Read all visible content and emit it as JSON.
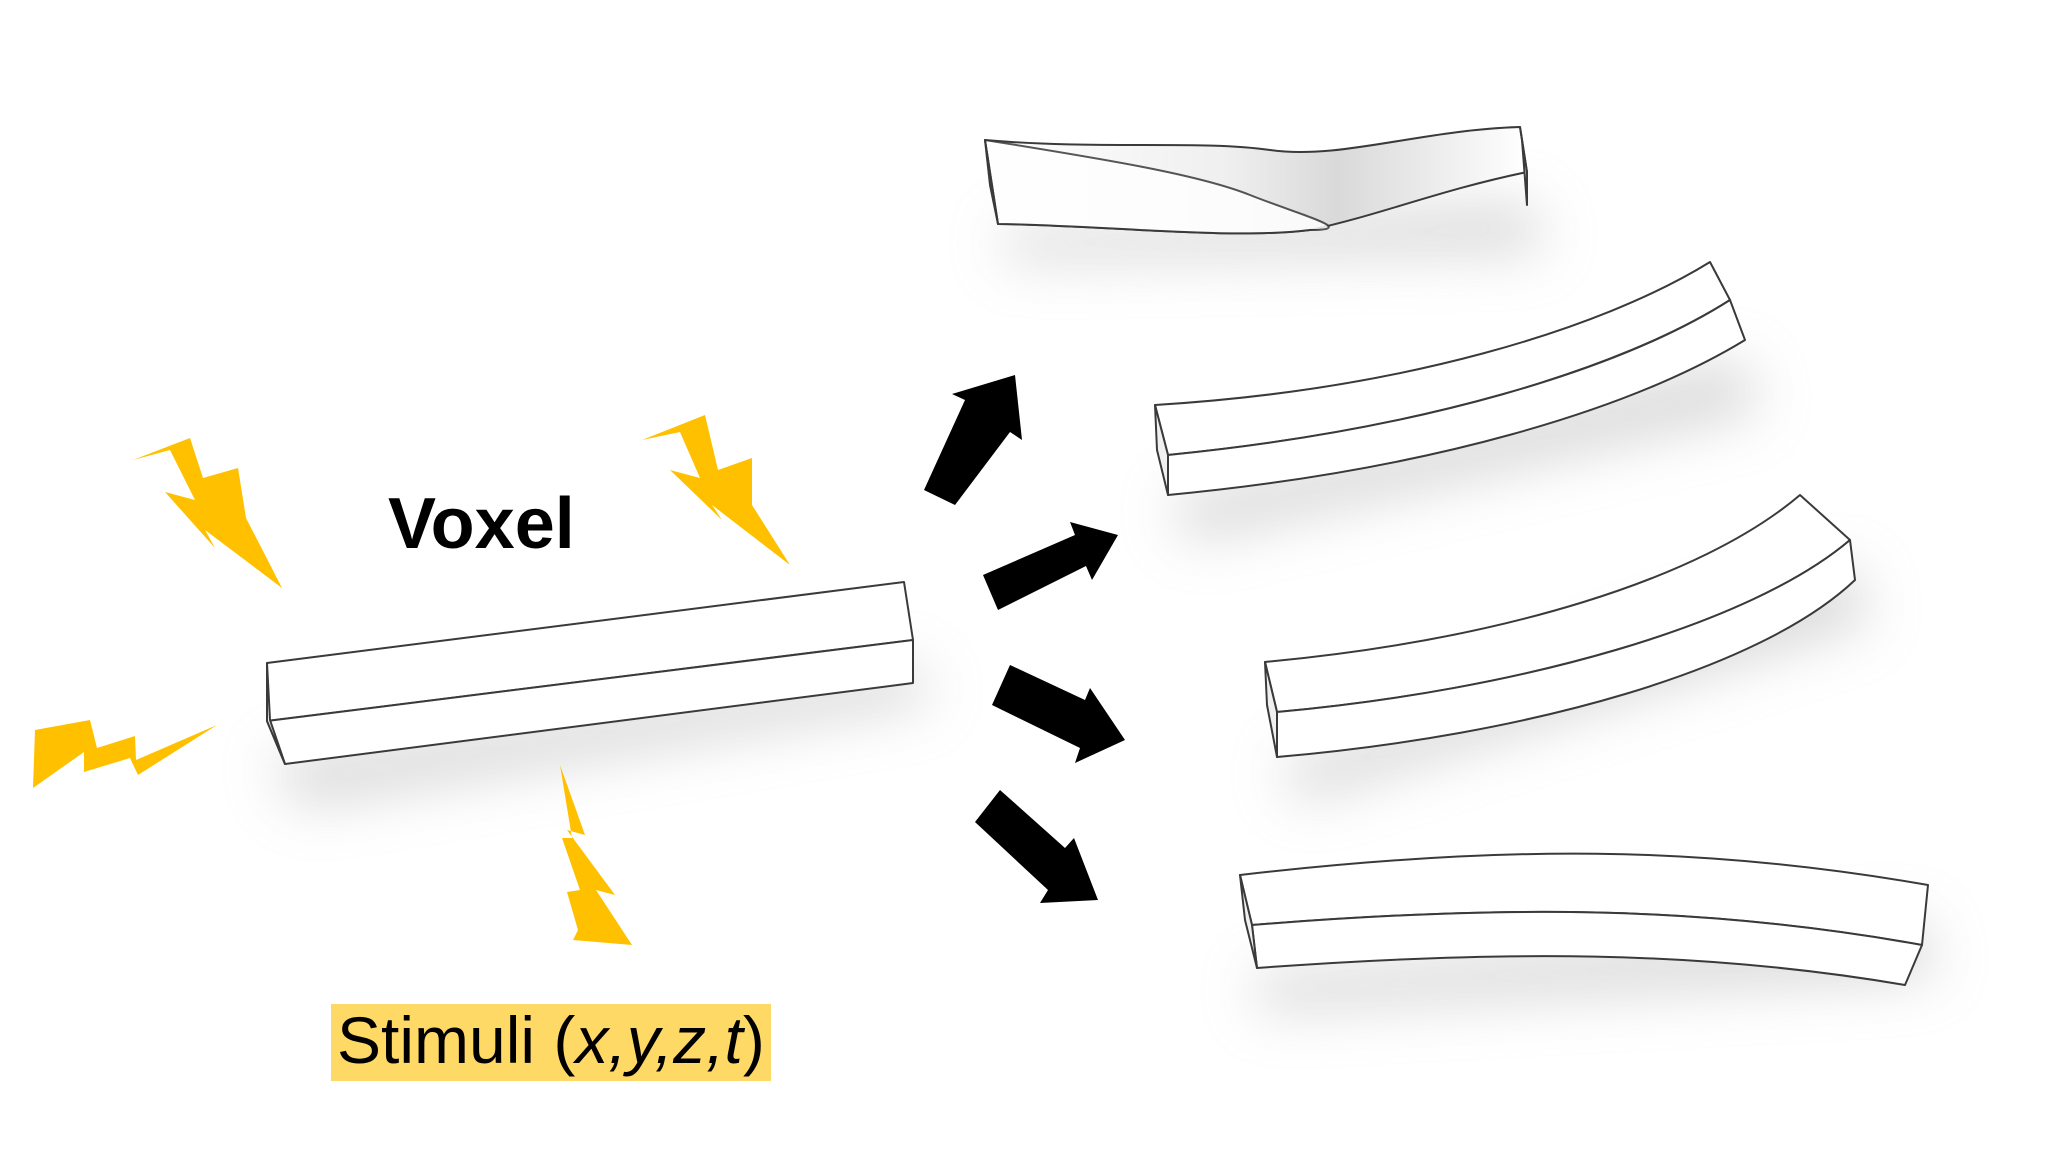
{
  "labels": {
    "voxel": "Voxel",
    "stimuli_prefix": "Stimuli (",
    "stimuli_vars": "x,y,z,t",
    "stimuli_suffix": ")"
  },
  "colors": {
    "lightning": "#ffc000",
    "stimuli_highlight": "#ffd966",
    "arrow": "#000000",
    "beam_face": "#ffffff",
    "beam_edge": "#3a3a3a",
    "shadow": "#c8c8c8"
  },
  "icons": [
    "lightning-bolt-icon",
    "arrow-icon"
  ]
}
